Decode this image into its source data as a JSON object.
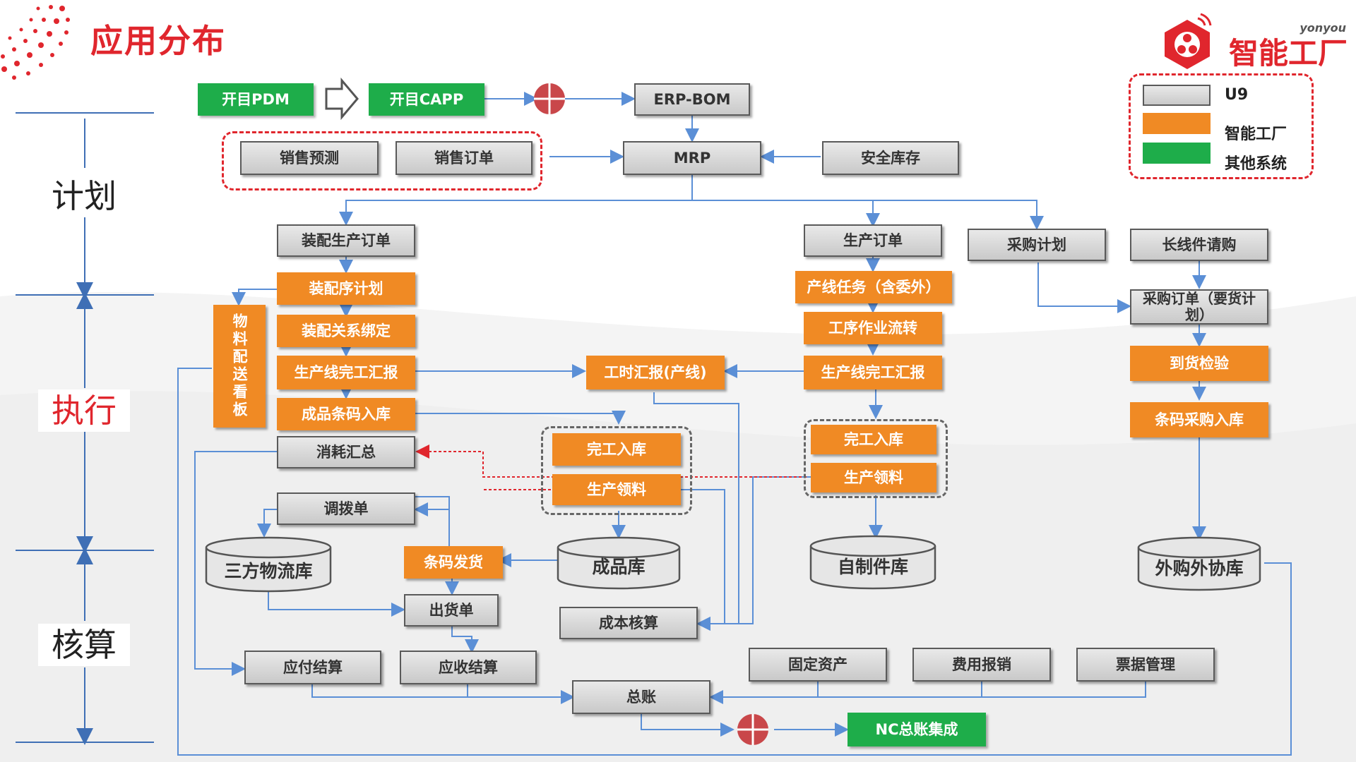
{
  "page": {
    "title": "应用分布"
  },
  "logo": {
    "brand": "yonyou",
    "name": "智能工厂"
  },
  "stages": {
    "plan": "计划",
    "exec": "执行",
    "account": "核算"
  },
  "legend": {
    "u9": "U9",
    "smart": "智能工厂",
    "other": "其他系统"
  },
  "colors": {
    "accent": "#e0262d",
    "orange": "#f08a24",
    "green": "#1ead4a",
    "gray": "#d6d6d6",
    "line": "#5b8fd6"
  },
  "boxes": {
    "pdm": "开目PDM",
    "capp": "开目CAPP",
    "erp_bom": "ERP-BOM",
    "sales_forecast": "销售预测",
    "sales_order": "销售订单",
    "mrp": "MRP",
    "safety_stock": "安全库存",
    "assembly_order": "装配生产订单",
    "production_order": "生产订单",
    "purchase_plan": "采购计划",
    "long_lead": "长线件请购",
    "assembly_plan": "装配序计划",
    "line_task": "产线任务（含委外）",
    "purchase_order": "采购订单（要货计划）",
    "material_board": "物料配送看板",
    "assembly_bind": "装配关系绑定",
    "process_flow": "工序作业流转",
    "arrival_check": "到货检验",
    "line_report_left": "生产线完工汇报",
    "labor_report": "工时汇报(产线)",
    "line_report_right": "生产线完工汇报",
    "fg_barcode_in": "成品条码入库",
    "barcode_purchase_in": "条码采购入库",
    "consume_summary": "消耗汇总",
    "finish_in_left": "完工入库",
    "picking_left": "生产领料",
    "finish_in_right": "完工入库",
    "picking_right": "生产领料",
    "transfer": "调拨单",
    "barcode_ship": "条码发货",
    "shipment": "出货单",
    "cost_account": "成本核算",
    "payable": "应付结算",
    "receivable": "应收结算",
    "fixed_assets": "固定资产",
    "expense": "费用报销",
    "bill_mgmt": "票据管理",
    "ledger": "总账",
    "nc_ledger": "NC总账集成"
  },
  "stores": {
    "third_party": "三方物流库",
    "fg_store": "成品库",
    "self_made": "自制件库",
    "outsource": "外购外协库"
  }
}
